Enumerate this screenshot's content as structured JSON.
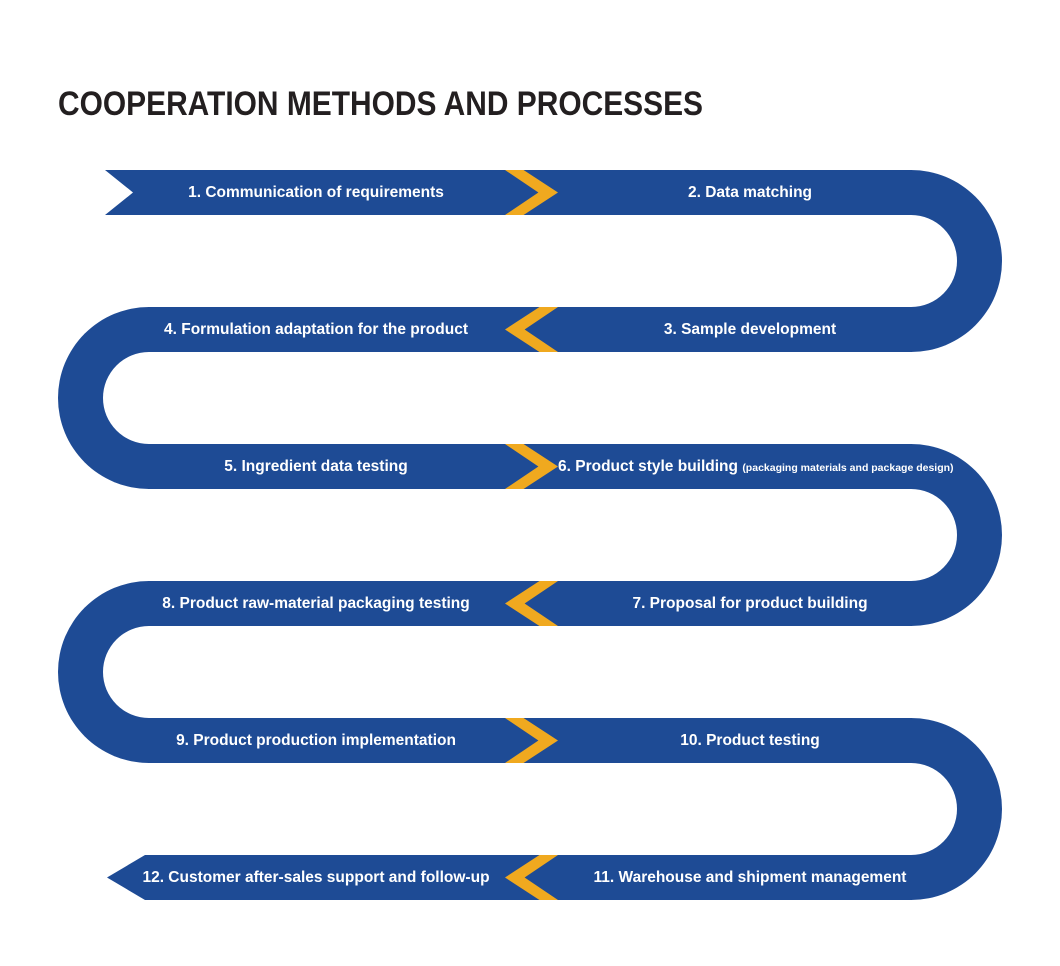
{
  "title": "COOPERATION METHODS AND PROCESSES",
  "colors": {
    "band": "#1E4B95",
    "arrow": "#F0A91F",
    "title_color": "#231F20",
    "label_color": "#FFFFFF",
    "background": "#FFFFFF"
  },
  "steps": [
    {
      "label": "1. Communication of requirements"
    },
    {
      "label": "2. Data matching"
    },
    {
      "label": "3. Sample development"
    },
    {
      "label": "4. Formulation adaptation for the product"
    },
    {
      "label": "5. Ingredient data testing"
    },
    {
      "label": "6. Product style building",
      "note": "(packaging materials and package design)"
    },
    {
      "label": "7. Proposal for product  building"
    },
    {
      "label": "8. Product raw-material packaging testing"
    },
    {
      "label": "9. Product production implementation"
    },
    {
      "label": "10. Product testing"
    },
    {
      "label": "11. Warehouse and shipment management"
    },
    {
      "label": "12. Customer after-sales support and follow-up"
    }
  ],
  "arrow_directions": [
    "right",
    "left",
    "right",
    "left",
    "right",
    "left"
  ]
}
